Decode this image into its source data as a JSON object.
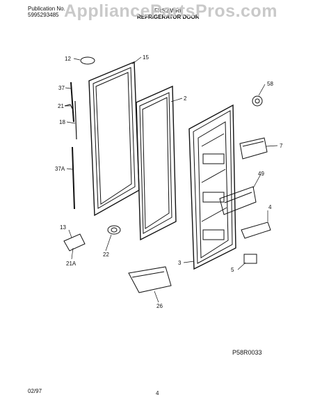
{
  "header": {
    "publication_label": "Publication No.",
    "publication_number": "5995293485",
    "model": "FRS2IWRF",
    "section_title": "REFRIGERATOR DOOR"
  },
  "watermark": "AppliancePartsPros.com",
  "callouts": {
    "c12": "12",
    "c15": "15",
    "c37": "37",
    "c21": "21",
    "c18": "18",
    "c37a": "37A",
    "c2": "2",
    "c58": "58",
    "c7": "7",
    "c49": "49",
    "c4": "4",
    "c13": "13",
    "c22": "22",
    "c21a": "21A",
    "c3": "3",
    "c5": "5",
    "c26": "26"
  },
  "diagram_code": "P58R0033",
  "footer": {
    "date": "02/97",
    "page": "4"
  },
  "colors": {
    "line": "#111111",
    "watermark": "#c9c9c9"
  }
}
